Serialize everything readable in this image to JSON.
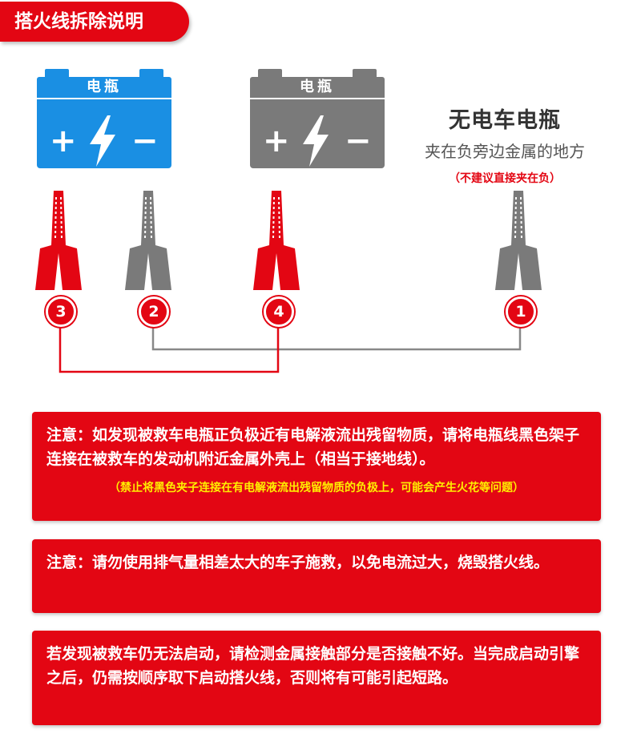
{
  "title": "搭火线拆除说明",
  "colors": {
    "red": "#e30613",
    "blue": "#1a8fe3",
    "gray": "#7a7a7a",
    "note_sub": "#ffee00"
  },
  "battery_left": {
    "label": "电瓶",
    "plus": "+",
    "minus": "−"
  },
  "battery_right": {
    "label": "电瓶",
    "plus": "+",
    "minus": "−"
  },
  "no_battery": {
    "heading": "无电车电瓶",
    "line": "夹在负旁边金属的地方",
    "warning": "（不建议直接夹在负）"
  },
  "clamps": [
    {
      "number": "3",
      "color": "red"
    },
    {
      "number": "2",
      "color": "gray"
    },
    {
      "number": "4",
      "color": "red"
    },
    {
      "number": "1",
      "color": "gray"
    }
  ],
  "notes": [
    {
      "main": "注意：如发现被救车电瓶正负极近有电解液流出残留物质，请将电瓶线黑色架子连接在被救车的发动机附近金属外壳上（相当于接地线）。",
      "sub": "（禁止将黑色夹子连接在有电解液流出残留物质的负极上，可能会产生火花等问题）"
    },
    {
      "main": "注意：请勿使用排气量相差太大的车子施救，以免电流过大，烧毁搭火线。"
    },
    {
      "main": "若发现被救车仍无法启动，请检测金属接触部分是否接触不好。当完成启动引擎之后，仍需按顺序取下启动搭火线，否则将有可能引起短路。"
    }
  ]
}
